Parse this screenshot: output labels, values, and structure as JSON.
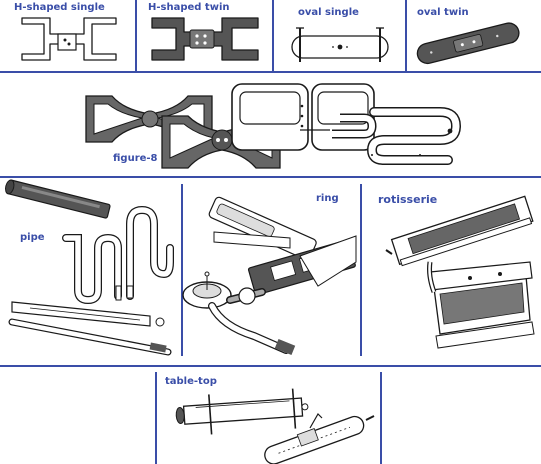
{
  "labels": {
    "h_single": "H-shaped single",
    "h_twin": "H-shaped twin",
    "oval_single": "oval single",
    "oval_twin": "oval twin",
    "figure8": "figure-8",
    "pipe": "pipe",
    "ring": "ring",
    "rotisserie": "rotisserie",
    "tabletop": "table-top"
  },
  "colors": {
    "divider": "#3a4ea8",
    "label": "#3a4ea8",
    "burner_dark": "#555555",
    "outline": "#1a1a1a"
  }
}
